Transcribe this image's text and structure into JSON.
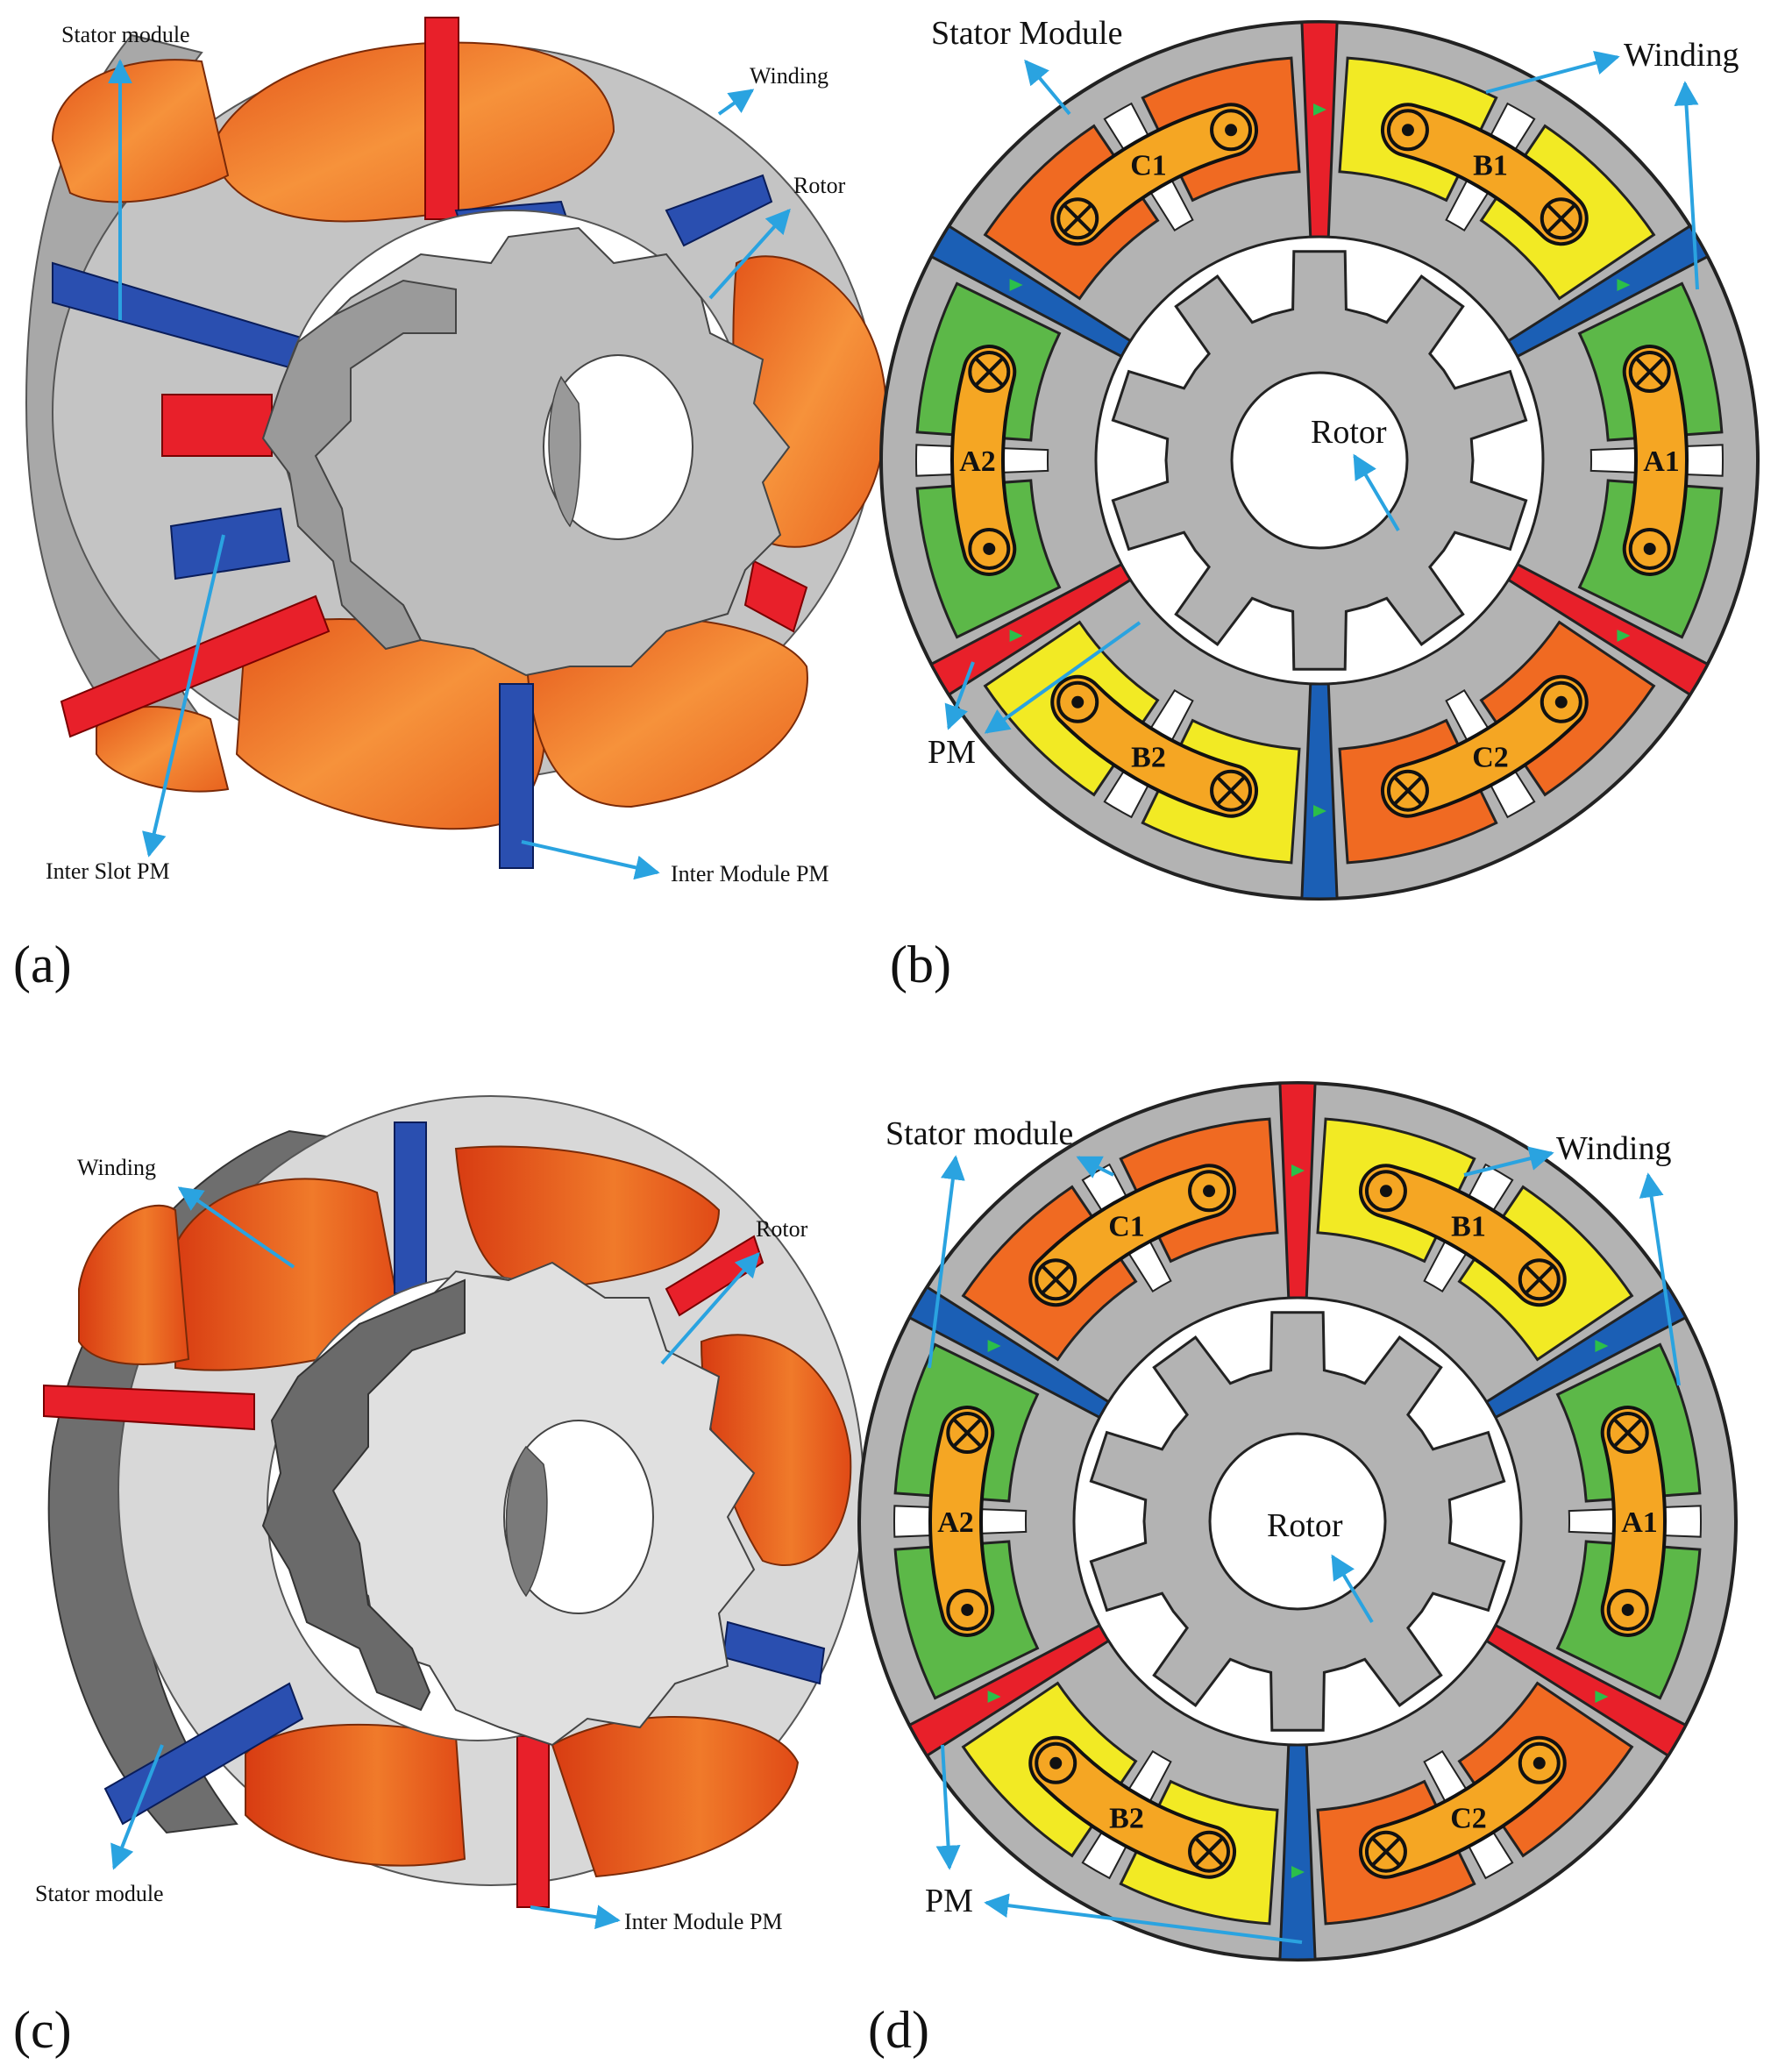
{
  "panels": {
    "a": {
      "tag": "(a)",
      "labels": {
        "stator": "Stator module",
        "winding": "Winding",
        "rotor": "Rotor",
        "inter_slot_pm": "Inter Slot PM",
        "inter_module_pm": "Inter Module PM"
      }
    },
    "b": {
      "tag": "(b)",
      "labels": {
        "stator": "Stator Module",
        "winding": "Winding",
        "rotor": "Rotor",
        "pm": "PM"
      },
      "coils": [
        "C1",
        "B1",
        "A1",
        "C2",
        "B2",
        "A2"
      ]
    },
    "c": {
      "tag": "(c)",
      "labels": {
        "winding": "Winding",
        "rotor": "Rotor",
        "stator": "Stator module",
        "inter_module_pm": "Inter Module PM"
      }
    },
    "d": {
      "tag": "(d)",
      "labels": {
        "stator": "Stator module",
        "winding": "Winding",
        "rotor": "Rotor",
        "pm": "PM"
      },
      "coils": [
        "C1",
        "B1",
        "A1",
        "C2",
        "B2",
        "A2"
      ]
    }
  },
  "colors": {
    "steel": "#b3b3b3",
    "steel_dark": "#8c8c8c",
    "steel_light": "#d6d6d6",
    "copper": "#f07b2a",
    "pm_red": "#e8202a",
    "pm_blue": "#1b5fb5",
    "phase_a": "#5cb848",
    "phase_b": "#f2ea24",
    "phase_c": "#f06a22",
    "coil": "#f5a623",
    "arrow": "#2aa3e0"
  }
}
